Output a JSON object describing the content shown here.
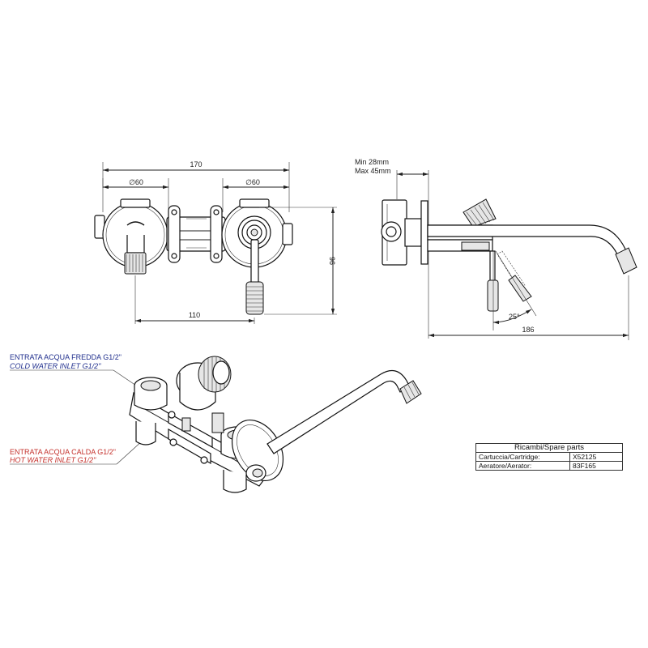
{
  "front_view": {
    "overall_width": "170",
    "left_diameter": "∅60",
    "right_diameter": "∅60",
    "height": "96",
    "center_distance": "110"
  },
  "side_view": {
    "min_depth": "Min 28mm",
    "max_depth": "Max 45mm",
    "angle": "25°",
    "projection": "186"
  },
  "labels": {
    "cold_it": "ENTRATA ACQUA FREDDA G1/2\"",
    "cold_en": "COLD WATER INLET G1/2\"",
    "hot_it": "ENTRATA ACQUA CALDA G1/2\"",
    "hot_en": "HOT WATER INLET G1/2\""
  },
  "colors": {
    "cold_label": "#1e2d8c",
    "hot_label": "#c4302b"
  },
  "spare_parts": {
    "title": "Ricambi/Spare parts",
    "rows": [
      {
        "name": "Cartuccia/Cartridge:",
        "code": "X52125"
      },
      {
        "name": "Aeratore/Aerator:",
        "code": "83F165"
      }
    ]
  }
}
